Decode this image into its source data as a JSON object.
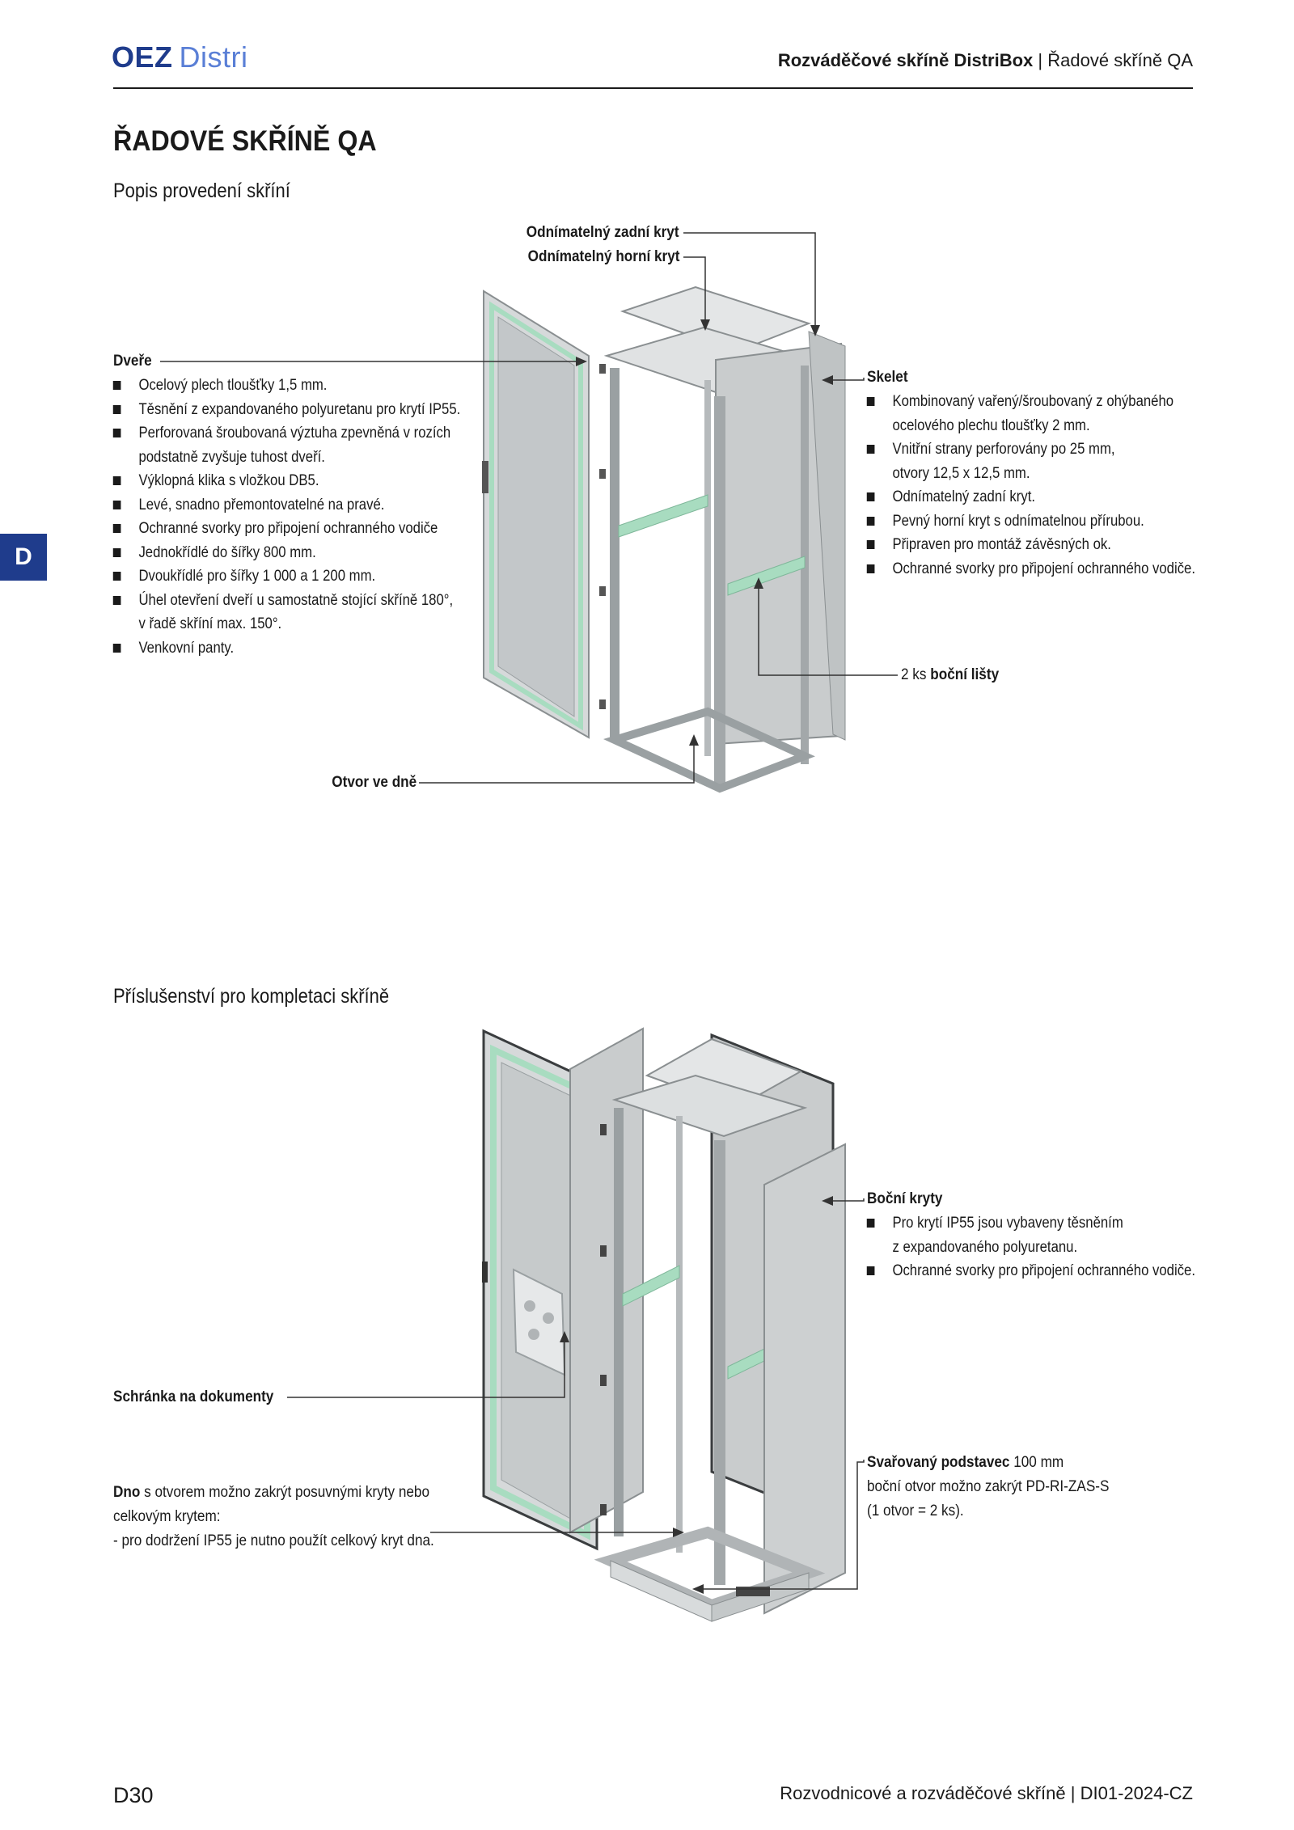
{
  "header": {
    "logo_oez": "OEZ",
    "logo_distri": "Distri",
    "breadcrumb_main": "Rozváděčové skříně DistriBox",
    "breadcrumb_sep": "|",
    "breadcrumb_sub": "Řadové skříně QA"
  },
  "title": "ŘADOVÉ SKŘÍNĚ QA",
  "section_tab": "D",
  "section1": {
    "heading": "Popis provedení skříní",
    "rear_cover": "Odnímatelný zadní kryt",
    "top_cover": "Odnímatelný horní kryt",
    "door": {
      "title": "Dveře",
      "items": [
        "Ocelový plech tloušťky 1,5 mm.",
        "Těsnění z expandovaného polyuretanu pro krytí IP55.",
        "Perforovaná šroubovaná výztuha zpevněná v rozích",
        "podstatně zvyšuje tuhost dveří.",
        "Výklopná klika s vložkou DB5.",
        "Levé, snadno přemontovatelné na pravé.",
        "Ochranné svorky pro připojení ochranného vodiče",
        "Jednokřídlé do šířky 800 mm.",
        "Dvoukřídlé pro šířky 1 000 a 1 200 mm.",
        "Úhel otevření dveří u samostatně stojící skříně 180°,",
        "v řadě skříní max. 150°.",
        "Venkovní panty."
      ]
    },
    "frame": {
      "title": "Skelet",
      "items": [
        "Kombinovaný vařený/šroubovaný z ohýbaného",
        "ocelového plechu tloušťky 2 mm.",
        "Vnitřní strany perforovány po 25 mm,",
        "otvory 12,5 x 12,5 mm.",
        "Odnímatelný zadní kryt.",
        "Pevný horní kryt s odnímatelnou přírubou.",
        "Připraven pro montáž závěsných ok.",
        "Ochranné svorky pro připojení ochranného vodiče."
      ]
    },
    "side_rails_count": "2 ks",
    "side_rails": "boční lišty",
    "bottom_opening": "Otvor ve dně"
  },
  "section2": {
    "heading": "Příslušenství pro kompletaci skříně",
    "side_covers": {
      "title": "Boční kryty",
      "items": [
        "Pro krytí IP55 jsou vybaveny těsněním",
        "z expandovaného polyuretanu.",
        "Ochranné svorky pro připojení ochranného vodiče."
      ]
    },
    "doc_pocket": "Schránka na dokumenty",
    "bottom": {
      "bold": "Dno",
      "line1": "s otvorem možno zakrýt posuvnými kryty nebo",
      "line2": "celkovým krytem:",
      "line3": "- pro dodržení IP55 je nutno použít celkový kryt dna."
    },
    "plinth": {
      "bold": "Svařovaný podstavec",
      "size": "100 mm",
      "line2": "boční otvor možno zakrýt PD-RI-ZAS-S",
      "line3": "(1 otvor = 2 ks)."
    }
  },
  "footer": {
    "page": "D30",
    "doc": "Rozvodnicové a rozváděčové skříně",
    "sep": "|",
    "code": "DI01-2024-CZ"
  },
  "colors": {
    "brand_dark": "#1f3c8c",
    "brand_light": "#5a7fd6",
    "seal_green": "#a8dcc0",
    "panel_grey": "#c9cccd"
  }
}
